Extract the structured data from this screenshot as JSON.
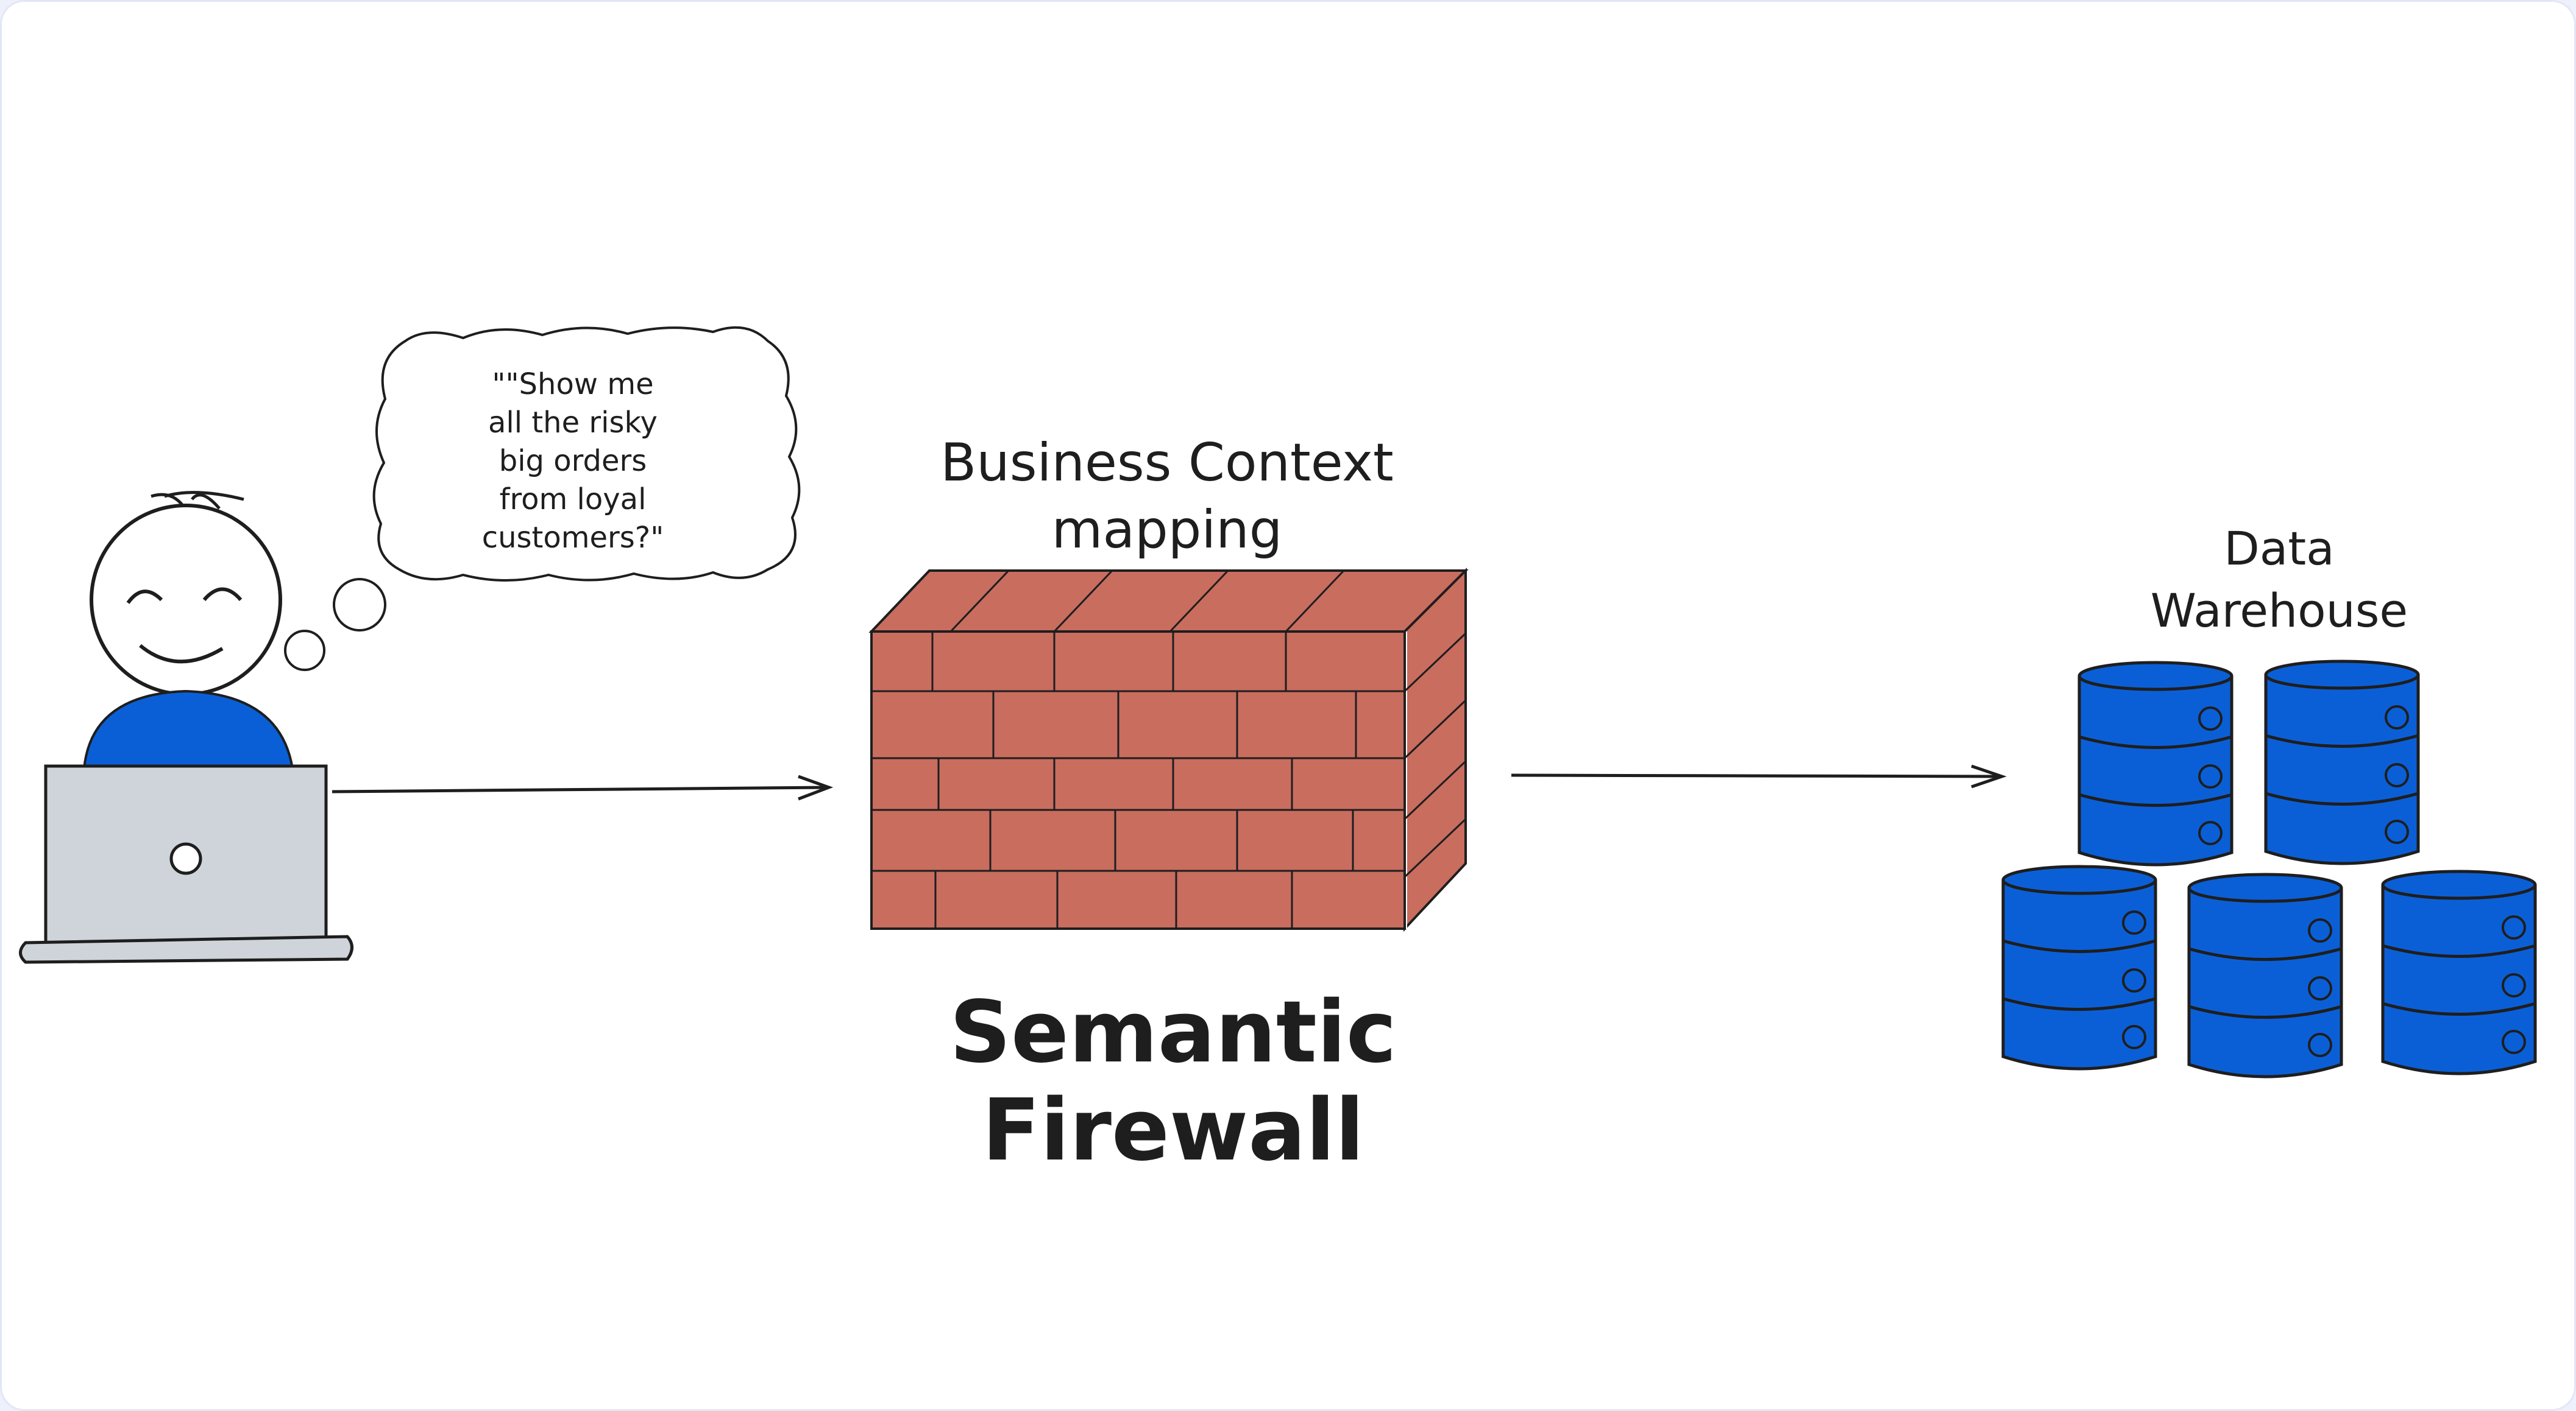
{
  "thought_bubble": {
    "text": "\"\"Show me\nall the risky\nbig orders\nfrom loyal\ncustomers?\""
  },
  "firewall": {
    "top_label": "Business Context\nmapping",
    "caption": "Semantic Firewall"
  },
  "data_warehouse": {
    "label": "Data\nWarehouse"
  },
  "colors": {
    "person_blue": "#1971c2",
    "database_blue": "#0b5fd6",
    "brick_red": "#c96d5f",
    "laptop_gray": "#ced4da",
    "stroke": "#1e1e1e"
  }
}
